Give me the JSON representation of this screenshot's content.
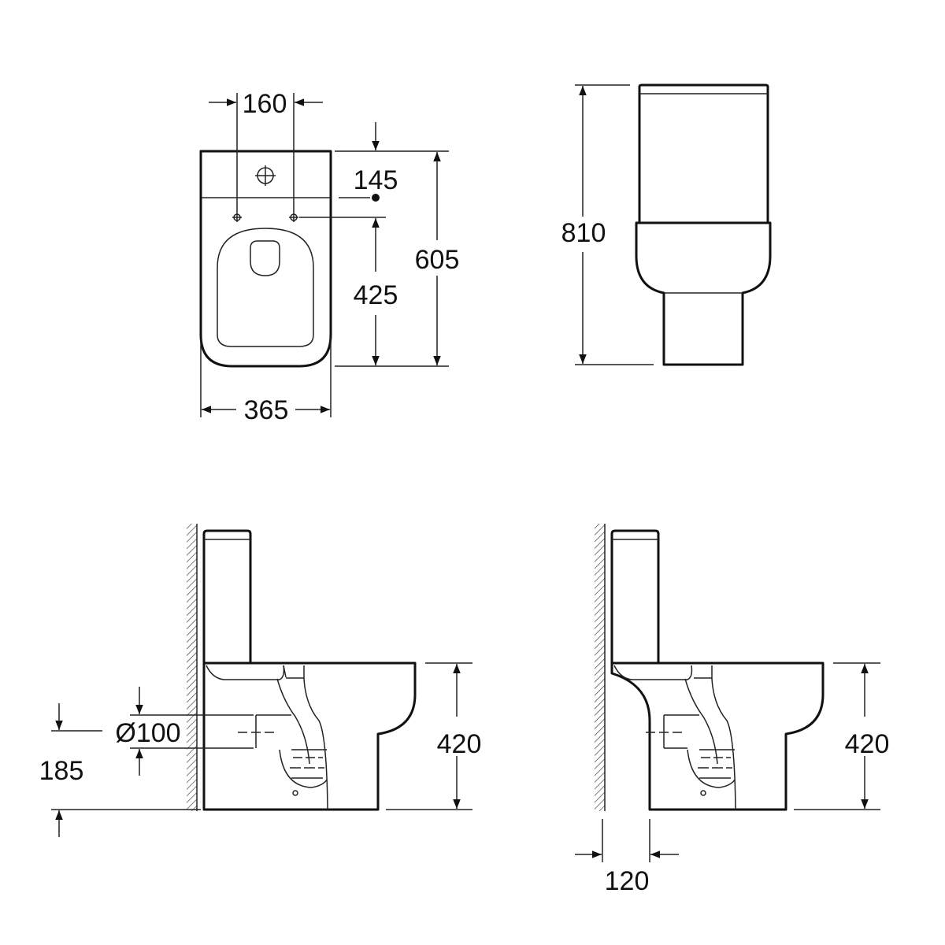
{
  "colors": {
    "line": "#111111",
    "background": "#ffffff"
  },
  "views": {
    "top": {
      "dim_bolt_spacing": "160",
      "dim_tank_to_bolt": "145",
      "dim_bolt_to_front": "425",
      "dim_length": "605",
      "dim_width": "365"
    },
    "front": {
      "dim_height": "810"
    },
    "side_back_to_wall": {
      "dim_outlet_diameter": "Ø100",
      "dim_outlet_height": "185",
      "dim_seat_height": "420"
    },
    "side_close_coupled": {
      "dim_seat_height": "420",
      "dim_wall_gap": "120"
    }
  }
}
